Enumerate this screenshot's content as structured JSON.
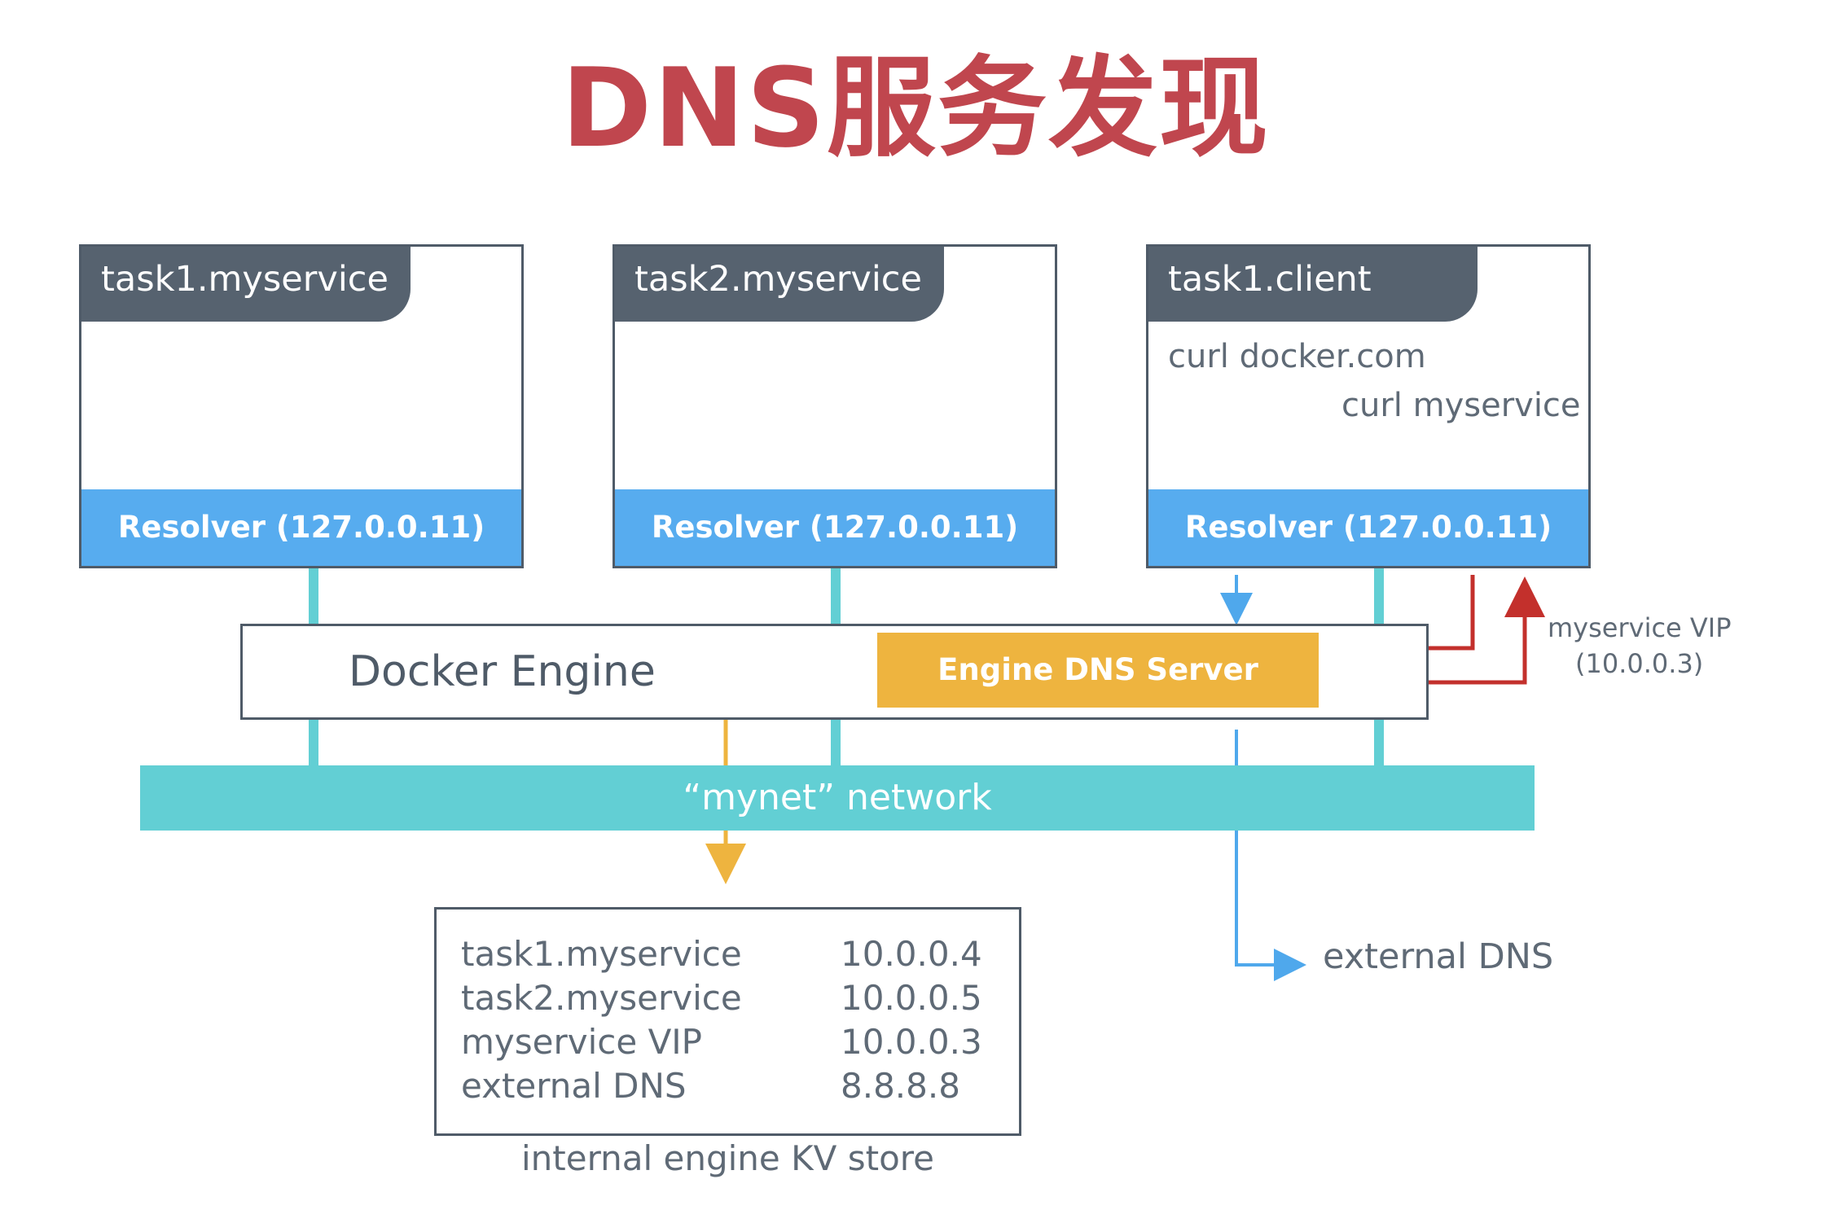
{
  "title": "DNS服务发现",
  "containers": [
    {
      "name": "task1.myservice",
      "resolver": "Resolver (127.0.0.11)"
    },
    {
      "name": "task2.myservice",
      "resolver": "Resolver (127.0.0.11)"
    },
    {
      "name": "task1.client",
      "resolver": "Resolver (127.0.0.11)",
      "commands": [
        "curl docker.com",
        "curl myservice"
      ]
    }
  ],
  "engine": {
    "label": "Docker Engine",
    "dns_server": "Engine DNS Server"
  },
  "network": "“mynet” network",
  "vip": {
    "line1": "myservice VIP",
    "line2": "(10.0.0.3)"
  },
  "external_dns": "external DNS",
  "kv_store": {
    "caption": "internal engine KV store",
    "rows": [
      {
        "name": "task1.myservice",
        "ip": "10.0.0.4"
      },
      {
        "name": "task2.myservice",
        "ip": "10.0.0.5"
      },
      {
        "name": "myservice VIP",
        "ip": "10.0.0.3"
      },
      {
        "name": "external DNS",
        "ip": "8.8.8.8"
      }
    ]
  },
  "colors": {
    "title": "#c0464e",
    "tab": "#56626f",
    "resolver": "#57acef",
    "dns_server": "#eeb43f",
    "network": "#62cfd4",
    "blue_arrow": "#4fa8ec",
    "red_arrow": "#c3302c",
    "orange_arrow": "#eeb43f"
  }
}
